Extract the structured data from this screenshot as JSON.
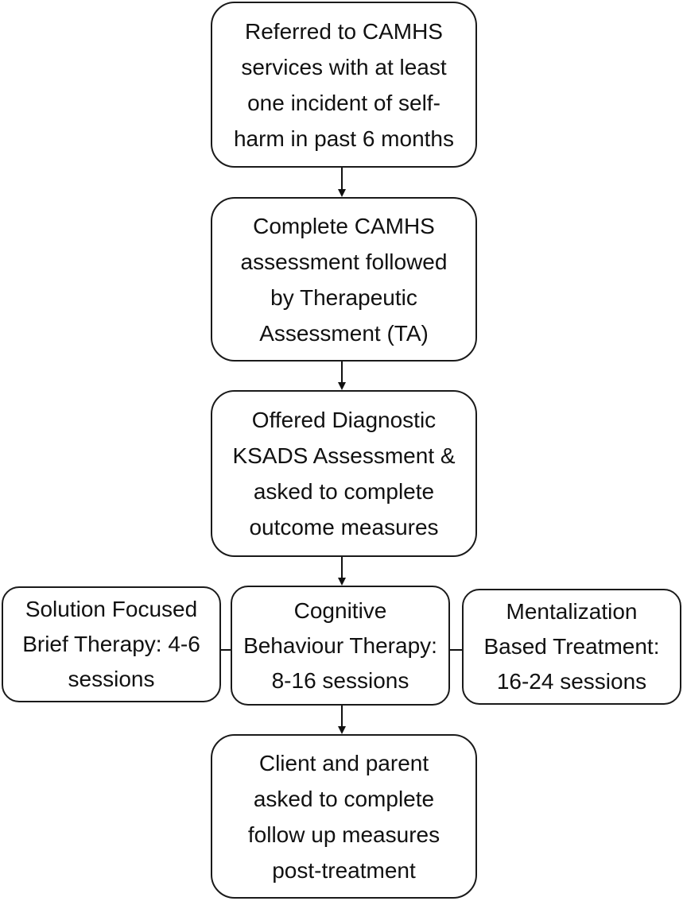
{
  "diagram": {
    "nodes": [
      {
        "id": "referred",
        "text": "Referred to CAMHS\nservices with at least\none incident of self-\nharm in past 6 months"
      },
      {
        "id": "assessment",
        "text": "Complete CAMHS\nassessment followed\nby Therapeutic\nAssessment (TA)"
      },
      {
        "id": "ksads",
        "text": "Offered Diagnostic\nKSADS Assessment &\nasked to complete\noutcome measures"
      },
      {
        "id": "sfbt",
        "text": "Solution Focused\nBrief Therapy: 4-6\nsessions"
      },
      {
        "id": "cbt",
        "text": "Cognitive\nBehaviour Therapy:\n8-16 sessions"
      },
      {
        "id": "mbt",
        "text": "Mentalization\nBased Treatment:\n16-24 sessions"
      },
      {
        "id": "followup",
        "text": "Client and parent\nasked to complete\nfollow up measures\npost-treatment"
      }
    ],
    "edges": [
      {
        "from": "referred",
        "to": "assessment",
        "type": "arrow"
      },
      {
        "from": "assessment",
        "to": "ksads",
        "type": "arrow"
      },
      {
        "from": "ksads",
        "to": "cbt",
        "type": "arrow"
      },
      {
        "from": "sfbt",
        "to": "cbt",
        "type": "line"
      },
      {
        "from": "cbt",
        "to": "mbt",
        "type": "line"
      },
      {
        "from": "cbt",
        "to": "followup",
        "type": "arrow"
      }
    ]
  }
}
